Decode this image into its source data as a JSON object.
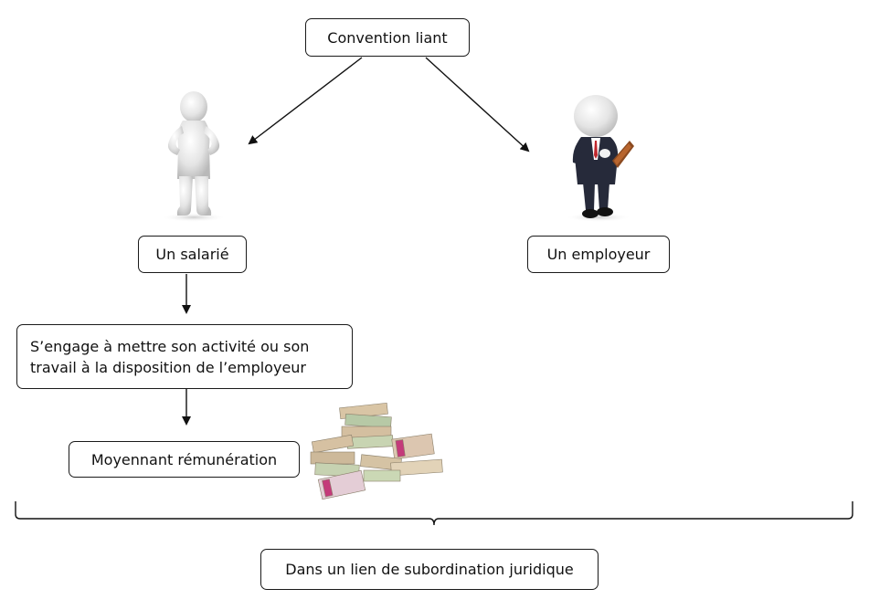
{
  "diagram": {
    "top_box": "Convention liant",
    "employee_box": "Un salarié",
    "employer_box": "Un employeur",
    "engagement_box": "S’engage à mettre son activité ou son\ntravail à la disposition de l’employeur",
    "remuneration_box": "Moyennant rémunération",
    "bottom_box": "Dans un lien de subordination juridique",
    "illustrations": [
      "employee-figure-icon",
      "employer-figure-icon",
      "money-stack-icon"
    ],
    "colors": {
      "stroke": "#1a1a1a",
      "box_fill": "#ffffff",
      "money": "#cdb99a",
      "suit": "#262a3a"
    }
  }
}
